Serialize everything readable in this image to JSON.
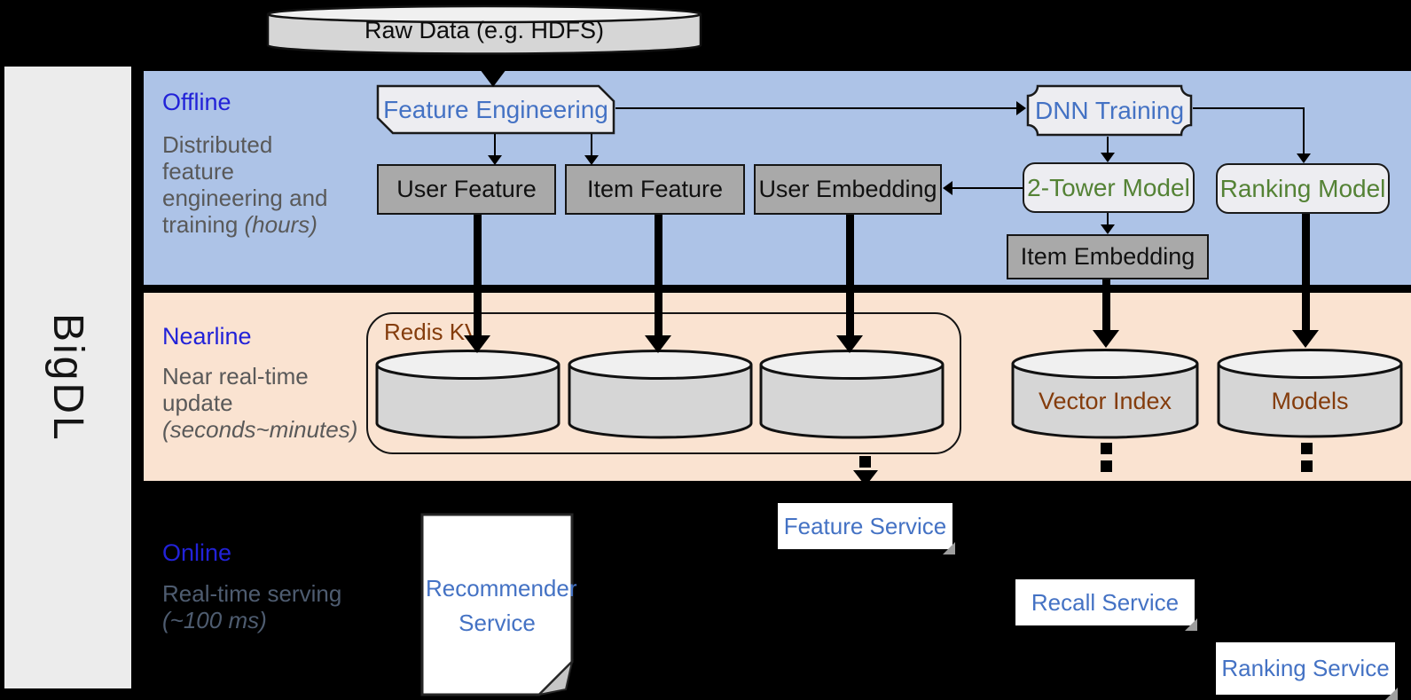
{
  "sidebar": {
    "brand": "BigDL"
  },
  "top": {
    "raw_data": "Raw Data (e.g. HDFS)"
  },
  "bands": {
    "offline": {
      "title": "Offline",
      "description": "Distributed feature engineering and training",
      "qualifier": "(hours)"
    },
    "nearline": {
      "title": "Nearline",
      "description": "Near real-time update",
      "qualifier": "(seconds~minutes)"
    },
    "online": {
      "title": "Online",
      "description": "Real-time serving",
      "qualifier": "(~100 ms)"
    }
  },
  "nodes": {
    "feature_engineering": "Feature Engineering",
    "dnn_training": "DNN Training",
    "user_feature": "User Feature",
    "item_feature": "Item Feature",
    "user_embedding": "User Embedding",
    "two_tower_model": "2-Tower Model",
    "ranking_model": "Ranking Model",
    "item_embedding": "Item Embedding",
    "redis_kv": "Redis KV",
    "vector_index": "Vector Index",
    "models": "Models",
    "recommender_service": "Recommender Service",
    "feature_service": "Feature Service",
    "recall_service": "Recall Service",
    "ranking_service": "Ranking Service"
  },
  "colors": {
    "background": "#000000",
    "sidebar_bg": "#ECECEC",
    "offline_band_bg": "#ADC3E7",
    "nearline_band_bg": "#FAE3D1",
    "section_title_blue": "#2222D8",
    "offline_desc_gray": "#595959",
    "online_desc_gray": "#4E5C70",
    "node_text_blue": "#4472C4",
    "node_text_green": "#548235",
    "node_text_brown": "#843C0C",
    "gray_box_fill": "#A9A9A9",
    "light_box_fill": "#EDEDF1",
    "cylinder_body": "#D6D6D6",
    "cylinder_top": "#F0F0F0",
    "white_box_fill": "#FFFFFF",
    "line_black": "#000000"
  }
}
